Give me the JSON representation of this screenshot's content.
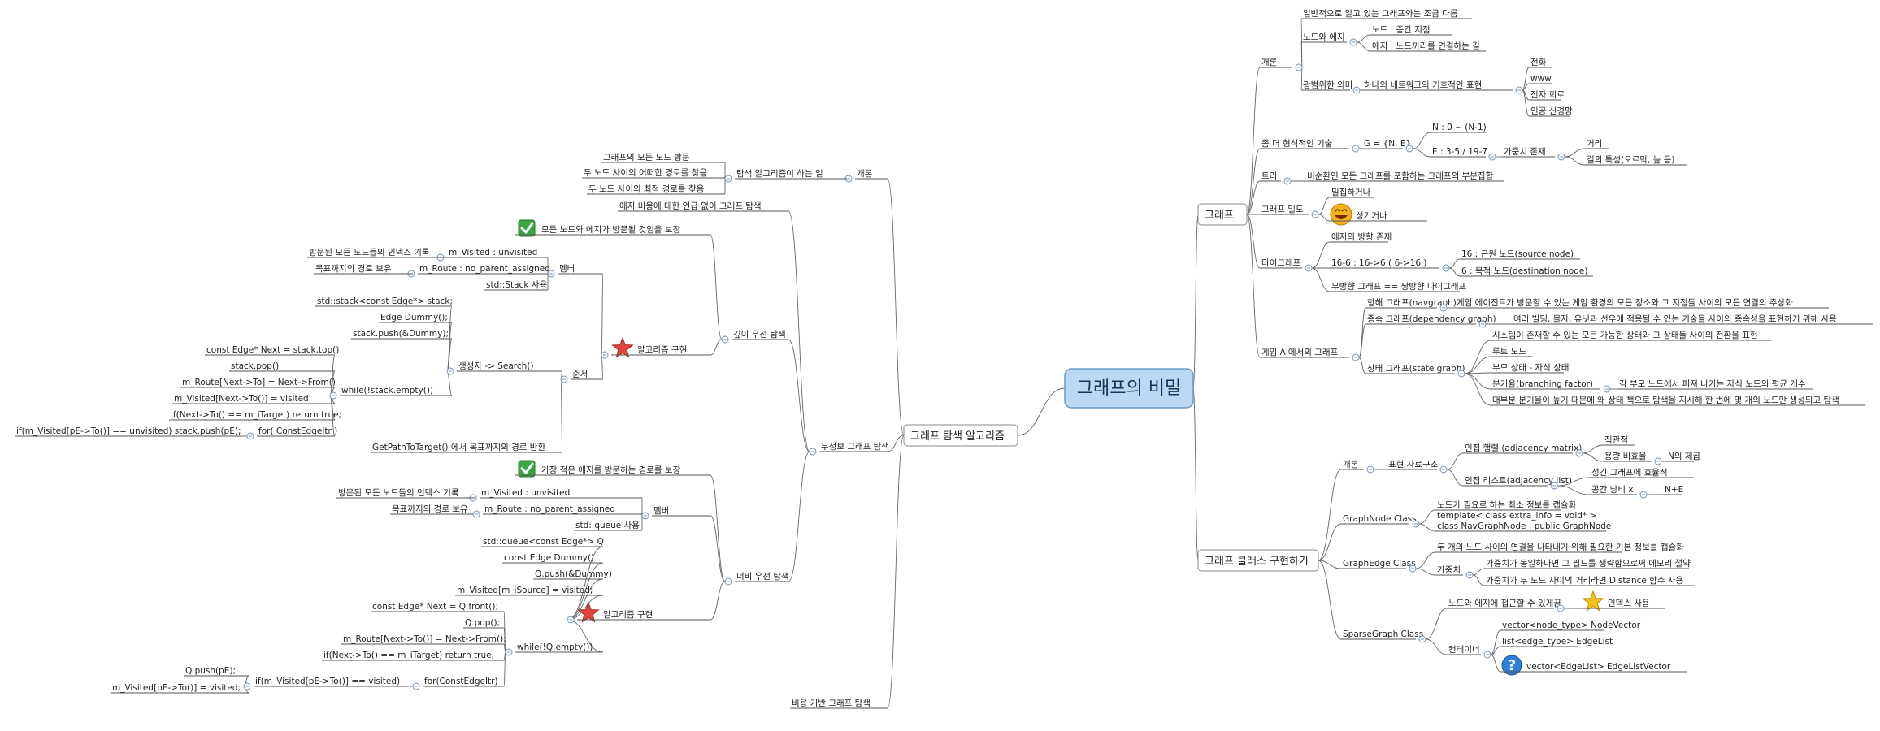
{
  "root": "그래프의 비밀",
  "right": [
    {
      "label": "그래프",
      "children": [
        {
          "label": "개론",
          "children": [
            {
              "label": "일반적으로 알고 있는 그래프와는 조금 다름"
            },
            {
              "label": "노드와 에지",
              "children": [
                {
                  "label": "노드 : 중간 지점"
                },
                {
                  "label": "에지 : 노드끼리를 연결하는 길"
                }
              ]
            },
            {
              "label": "광범위한 의미",
              "children": [
                {
                  "label": "하나의 네트워크의 기호적인 표현",
                  "children": [
                    {
                      "label": "전화"
                    },
                    {
                      "label": "www"
                    },
                    {
                      "label": "전자 회로"
                    },
                    {
                      "label": "인공 신경망"
                    }
                  ]
                }
              ]
            }
          ]
        },
        {
          "label": "좀 더 형식적인 기술",
          "children": [
            {
              "label": "G = {N, E}",
              "children": [
                {
                  "label": "N : 0 ~ (N-1)"
                },
                {
                  "label": "E : 3-5 / 19-7",
                  "children": [
                    {
                      "label": "가중치 존재",
                      "children": [
                        {
                          "label": "거리"
                        },
                        {
                          "label": "길의 특성(오르막, 늪 등)"
                        }
                      ]
                    }
                  ]
                }
              ]
            }
          ]
        },
        {
          "label": "트리",
          "children": [
            {
              "label": "비순환인 모든 그래프를 포함하는 그래프의 부분집합"
            }
          ]
        },
        {
          "label": "그래프 밀도",
          "children": [
            {
              "label": "밀집하거나"
            },
            {
              "label": "성기거나",
              "icon": "smiley-icon"
            }
          ]
        },
        {
          "label": "다이그래프",
          "children": [
            {
              "label": "에지의 방향 존재"
            },
            {
              "label": "16-6 : 16->6 ( 6->16 )",
              "children": [
                {
                  "label": "16 : 근원 노드(source node)"
                },
                {
                  "label": "6 : 목적 노드(destination node)"
                }
              ]
            },
            {
              "label": "무방향 그래프 == 쌍방향 다이그래프"
            }
          ]
        },
        {
          "label": "게임 AI에서의 그래프",
          "children": [
            {
              "label": "항해 그래프(navgraph)",
              "children": [
                {
                  "label": "게임 에이전트가 방문할 수 있는 게임 환경의 모든 장소와 그 지점들 사이의 모든 연결의 추상화"
                }
              ]
            },
            {
              "label": "종속 그래프(dependency graph)",
              "children": [
                {
                  "label": "여러 빌딩, 물자, 유닛과 선우에 적용될 수 있는 기술들 사이의 종속성을 표현하기 위해 사용"
                }
              ]
            },
            {
              "label": "상태 그래프(state graph)",
              "children": [
                {
                  "label": "시스템이 존재할 수 있는 모든 가능한 상태와 그 상태들 사이의 전환을 표현"
                },
                {
                  "label": "루트 노드"
                },
                {
                  "label": "부모 상태 - 자식 상태"
                },
                {
                  "label": "분기율(branching factor)",
                  "children": [
                    {
                      "label": "각 부모 노드에서 퍼져 나가는 자식 노드의 평균 개수"
                    }
                  ]
                },
                {
                  "label": "대부분 분기율이 높기 때문에 왜 상태 책으로 탐색을 지시해 한 번에 몇 개의 노드만 생성되고 탐색"
                }
              ]
            }
          ]
        }
      ]
    },
    {
      "label": "그래프 클래스 구현하기",
      "children": [
        {
          "label": "개론",
          "children": [
            {
              "label": "표현 자료구조",
              "children": [
                {
                  "label": "인접 행렬 (adjacency matrix)",
                  "children": [
                    {
                      "label": "직관적"
                    },
                    {
                      "label": "용량 비효율",
                      "children": [
                        {
                          "label": "N의 제곱"
                        }
                      ]
                    }
                  ]
                },
                {
                  "label": "인접 리스트(adjacency list)",
                  "children": [
                    {
                      "label": "성긴 그래프에 효율적"
                    },
                    {
                      "label": "공간 낭비 x",
                      "children": [
                        {
                          "label": "N+E"
                        }
                      ]
                    }
                  ]
                }
              ]
            }
          ]
        },
        {
          "label": "GraphNode Class",
          "children": [
            {
              "label": "노드가 필요로 하는 최소 정보를 캡슐화"
            },
            {
              "label": "template< class extra_info = void* >\nclass NavGraphNode : public GraphNode"
            }
          ]
        },
        {
          "label": "GraphEdge Class",
          "children": [
            {
              "label": "두 개의 노드 사이의 연결을 나타내기 위해 필요한 기본 정보를 캡슐화"
            },
            {
              "label": "가중치",
              "children": [
                {
                  "label": "가중치가 동일하다면 그 필드를 생략함으로써 메모리 절약"
                },
                {
                  "label": "가중치가 두 노드 사이의 거리라면 Distance 함수 사용"
                }
              ]
            }
          ]
        },
        {
          "label": "SparseGraph Class",
          "children": [
            {
              "label": "노드와 에지에 접근할 수 있게끔",
              "children": [
                {
                  "label": "인덱스 사용",
                  "icon": "star-icon"
                }
              ]
            },
            {
              "label": "컨테이너",
              "children": [
                {
                  "label": "vector<node_type> NodeVector"
                },
                {
                  "label": "list<edge_type> EdgeList"
                },
                {
                  "label": "vector<EdgeList> EdgeListVector",
                  "icon": "question-icon"
                }
              ]
            }
          ]
        }
      ]
    }
  ],
  "left": [
    {
      "label": "그래프 탐색 알고리즘",
      "children": [
        {
          "label": "개론",
          "children": [
            {
              "label": "탐색 알고리즘이 하는 일",
              "children": [
                {
                  "label": "그래프의 모든 노드 방문"
                },
                {
                  "label": "두 노드 사이의 어떠한 경로를 찾음"
                },
                {
                  "label": "두 노드 사이의 최적 경로를 찾음"
                }
              ]
            }
          ]
        },
        {
          "label": "무정보 그래프 탐색",
          "children": [
            {
              "label": "에지 비용에 대한 언급 없이 그래프 탐색"
            },
            {
              "label": "깊이 우선 탐색",
              "children": [
                {
                  "label": "모든 노드와 에지가 방문될 것임을 보장",
                  "icon": "check-icon"
                },
                {
                  "label": "알고리즘 구현",
                  "icon": "star-red-icon",
                  "children": [
                    {
                      "label": "멤버",
                      "children": [
                        {
                          "label": "m_Visited : unvisited",
                          "children": [
                            {
                              "label": "방문된 모든 노드들의 인덱스 기록"
                            }
                          ]
                        },
                        {
                          "label": "m_Route : no_parent_assigned",
                          "children": [
                            {
                              "label": "목표까지의 경로 보유"
                            }
                          ]
                        },
                        {
                          "label": "std::Stack 사용"
                        }
                      ]
                    },
                    {
                      "label": "순서",
                      "children": [
                        {
                          "label": "생성자 -> Search()",
                          "children": [
                            {
                              "label": "std::stack<const Edge*> stack;"
                            },
                            {
                              "label": "Edge Dummy();"
                            },
                            {
                              "label": "stack.push(&Dummy);"
                            },
                            {
                              "label": "while(!stack.empty())",
                              "children": [
                                {
                                  "label": "const Edge* Next = stack.top()"
                                },
                                {
                                  "label": "stack.pop()"
                                },
                                {
                                  "label": "m_Route[Next->To] = Next->From()"
                                },
                                {
                                  "label": "m_Visited[Next->To()] = visited"
                                },
                                {
                                  "label": "if(Next->To() == m_iTarget) return true;"
                                },
                                {
                                  "label": "for( ConstEdgeItr )",
                                  "children": [
                                    {
                                      "label": "if(m_Visited[pE->To()] == unvisited) stack.push(pE);"
                                    }
                                  ]
                                }
                              ]
                            }
                          ]
                        },
                        {
                          "label": "GetPathToTarget() 에서 목표까지의 경로 반환"
                        }
                      ]
                    }
                  ]
                }
              ]
            },
            {
              "label": "너비 우선 탐색",
              "children": [
                {
                  "label": "가장 적은 에지를 방문하는 경로를 보장",
                  "icon": "check-icon"
                },
                {
                  "label": "멤버",
                  "children": [
                    {
                      "label": "m_Visited : unvisited",
                      "children": [
                        {
                          "label": "방문된 모든 노드들의 인덱스 기록"
                        }
                      ]
                    },
                    {
                      "label": "m_Route : no_parent_assigned",
                      "children": [
                        {
                          "label": "목표까지의 경로 보유"
                        }
                      ]
                    },
                    {
                      "label": "std::queue 사용"
                    }
                  ]
                },
                {
                  "label": "알고리즘 구현",
                  "icon": "star-red-icon",
                  "children": [
                    {
                      "label": "std::queue<const Edge*> Q"
                    },
                    {
                      "label": "const Edge Dummy()"
                    },
                    {
                      "label": "Q.push(&Dummy)"
                    },
                    {
                      "label": "m_Visited[m_iSource] = visited;"
                    },
                    {
                      "label": "while(!Q.empty())",
                      "children": [
                        {
                          "label": "const Edge* Next = Q.front();"
                        },
                        {
                          "label": "Q.pop();"
                        },
                        {
                          "label": "m_Route[Next->To()] = Next->From();"
                        },
                        {
                          "label": "if(Next->To() == m_iTarget) return true;"
                        },
                        {
                          "label": "for(ConstEdgeItr)",
                          "children": [
                            {
                              "label": "if(m_Visited[pE->To()] == visited)",
                              "children": [
                                {
                                  "label": "Q.push(pE);"
                                },
                                {
                                  "label": "m_Visited[pE->To()] = visited;"
                                }
                              ]
                            }
                          ]
                        }
                      ]
                    }
                  ]
                }
              ]
            }
          ]
        },
        {
          "label": "비용 기반 그래프 탐색"
        }
      ]
    }
  ]
}
